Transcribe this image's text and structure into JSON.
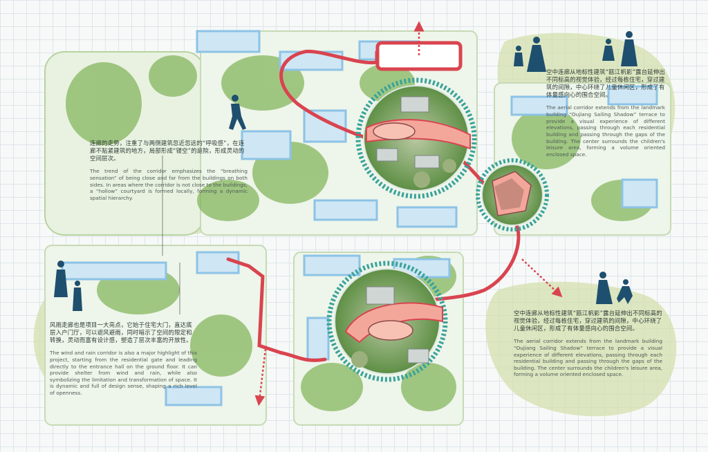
{
  "blocks": {
    "corridor_breathing": {
      "zh": "连廊的走势，注重了与两侧建筑忽近忽远的“呼吸感”，在连廊不贴紧建筑的地方，局部形成“镂空”的庭院，形成灵动的空间层次。",
      "en": "The trend of the corridor emphasizes the “breathing sensation” of being close and far from the buildings on both sides. In areas where the corridor is not close to the buildings, a “hollow” courtyard is formed locally, forming a dynamic spatial hierarchy."
    },
    "aerial_corridor_top": {
      "zh": "空中连廊从地标性建筑“瓯江帆影”露台延伸出不同标高的视觉体验，经过每栋住宅，穿过建筑的间隙，中心环绕了儿童休闲区，形成了有体量感向心的围合空间。",
      "en": "The aerial corridor extends from the landmark building “Oujiang Sailing Shadow” terrace to provide a visual experience of different elevations, passing through each residential building and passing through the gaps of the building. The center surrounds the children's leisure area, forming a volume oriented enclosed space."
    },
    "wind_rain_corridor": {
      "zh": "风雨走廊也是项目一大亮点，它始于住宅大门，直达底层入户门厅，可以遮风避雨，同时暗示了空间的限定和转换，灵动而富有设计感，塑造了层次丰富的开放性。",
      "en": "The wind and rain corridor is also a major highlight of this project, starting from the residential gate and leading directly to the entrance hall on the ground floor. It can provide shelter from wind and rain, while also symbolizing the limitation and transformation of space. It is dynamic and full of design sense, shaping a rich level of openness."
    },
    "aerial_corridor_bottom": {
      "zh": "空中连廊从地标性建筑“瓯江帆影”露台延伸出不同标高的视觉体验，经过每栋住宅，穿过建筑的间隙，中心环绕了儿童休闲区，形成了有体量感向心的围合空间。",
      "en": "The aerial corridor extends from the landmark building “Oujiang Sailing Shadow” terrace to provide a visual experience of different elevations, passing through each residential building and passing through the gaps of the building. The center surrounds the children's leisure area, forming a volume oriented enclosed space."
    }
  },
  "icons": [
    "walking-person-icon",
    "child-and-adult-icon",
    "standing-couple-icon",
    "running-children-icon",
    "exit-arrow-icon"
  ],
  "colors": {
    "corridor_red": "#d9444f",
    "corridor_fill": "#f3a79b",
    "greenery": "#7fb356",
    "lawn_blob": "#d3dfae",
    "building_blue": "#8cc3e6",
    "ring_teal": "#3aa39a",
    "figure_navy": "#1e4f6e"
  }
}
